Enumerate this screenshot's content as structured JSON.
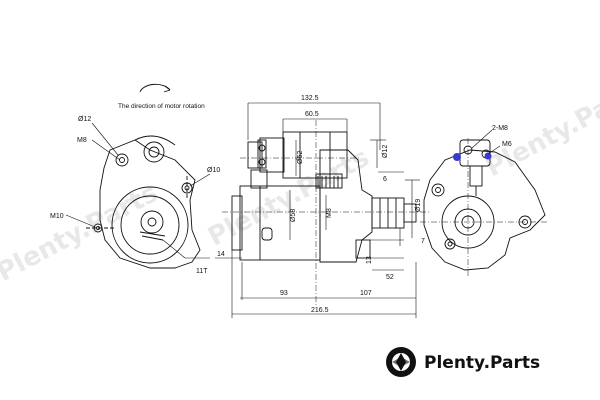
{
  "caption": "The direction of motor rotation",
  "left_view": {
    "labels": [
      "Ø12",
      "M8",
      "Ø10",
      "M10",
      "11T"
    ]
  },
  "side_view": {
    "top_dims": [
      "132.5",
      "60.5"
    ],
    "vertical_labels": [
      "Ø52",
      "Ø12",
      "Ø58",
      "M8",
      "Ø19"
    ],
    "right_dims": [
      "6",
      "7",
      "13",
      "52"
    ],
    "left_dims": [
      "14"
    ],
    "bottom_dims": [
      "93",
      "107",
      "216.5"
    ]
  },
  "right_view": {
    "labels": [
      "2-M8",
      "M6"
    ]
  },
  "branding": {
    "logo_text": "Plenty.Parts",
    "watermark": "Plenty.Parts"
  }
}
